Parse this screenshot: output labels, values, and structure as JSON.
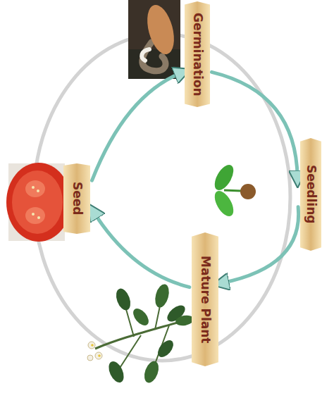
{
  "diagram": {
    "nodes": [
      {
        "text": [
          "Seed"
        ]
      },
      {
        "text": [
          "Germination"
        ]
      },
      {
        "text": [
          "Seedling"
        ]
      },
      {
        "text": [
          "Mature Plant"
        ]
      }
    ],
    "edges": [
      {
        "from": 0,
        "to": 1,
        "arrow": "to"
      },
      {
        "from": 1,
        "to": 2,
        "arrow": "to"
      },
      {
        "from": 2,
        "to": 3,
        "arrow": "to"
      },
      {
        "from": 3,
        "to": 0,
        "arrow": "to"
      }
    ]
  }
}
